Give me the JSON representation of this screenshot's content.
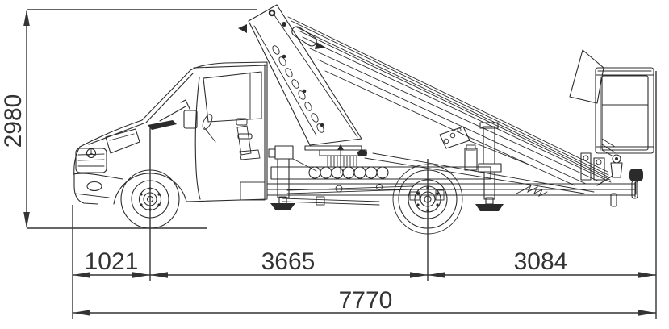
{
  "dimensions": {
    "height": "2980",
    "front_overhang": "1021",
    "wheelbase": "3665",
    "rear_overhang": "3084",
    "total_length": "7770"
  },
  "colors": {
    "line": "#2b2b2b",
    "dimension_text": "#333333",
    "background": "#ffffff"
  }
}
